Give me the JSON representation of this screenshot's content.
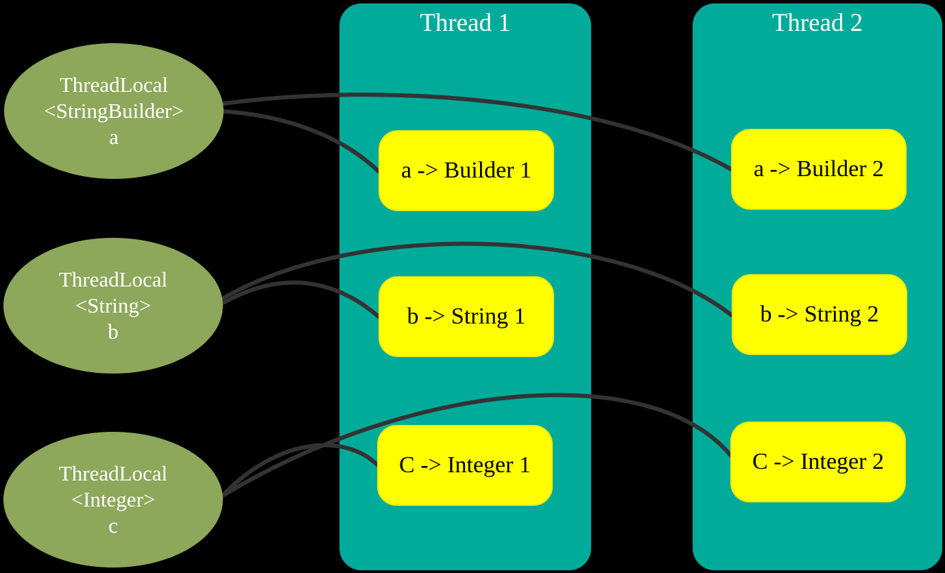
{
  "canvas": {
    "background_color": "#000000",
    "edge_color": "#333333"
  },
  "ellipses": [
    {
      "id": "a",
      "lines": [
        "ThreadLocal",
        "<StringBuilder>",
        "a"
      ],
      "fill": "#8DA75B",
      "text_color": "#FFFFFF"
    },
    {
      "id": "b",
      "lines": [
        "ThreadLocal",
        "<String>",
        "b"
      ],
      "fill": "#8DA75B",
      "text_color": "#FFFFFF"
    },
    {
      "id": "c",
      "lines": [
        "ThreadLocal",
        "<Integer>",
        "c"
      ],
      "fill": "#8DA75B",
      "text_color": "#FFFFFF"
    }
  ],
  "threads": [
    {
      "title": "Thread 1",
      "fill": "#00AB9A",
      "title_color": "#FFFFFF",
      "entries": [
        "a -> Builder 1",
        "b -> String 1",
        "C -> Integer 1"
      ]
    },
    {
      "title": "Thread 2",
      "fill": "#00AB9A",
      "title_color": "#FFFFFF",
      "entries": [
        "a -> Builder 2",
        "b -> String 2",
        "C -> Integer 2"
      ]
    }
  ],
  "entry_style": {
    "fill": "#FFFF00",
    "text_color": "#000000"
  },
  "edges": [
    {
      "from": "ThreadLocal a",
      "to": "Thread 1 entry: a -> Builder 1"
    },
    {
      "from": "ThreadLocal a",
      "to": "Thread 2 entry: a -> Builder 2"
    },
    {
      "from": "ThreadLocal b",
      "to": "Thread 1 entry: b -> String 1"
    },
    {
      "from": "ThreadLocal b",
      "to": "Thread 2 entry: b -> String 2"
    },
    {
      "from": "ThreadLocal c",
      "to": "Thread 1 entry: C -> Integer 1"
    },
    {
      "from": "ThreadLocal c",
      "to": "Thread 2 entry: C -> Integer 2"
    }
  ]
}
